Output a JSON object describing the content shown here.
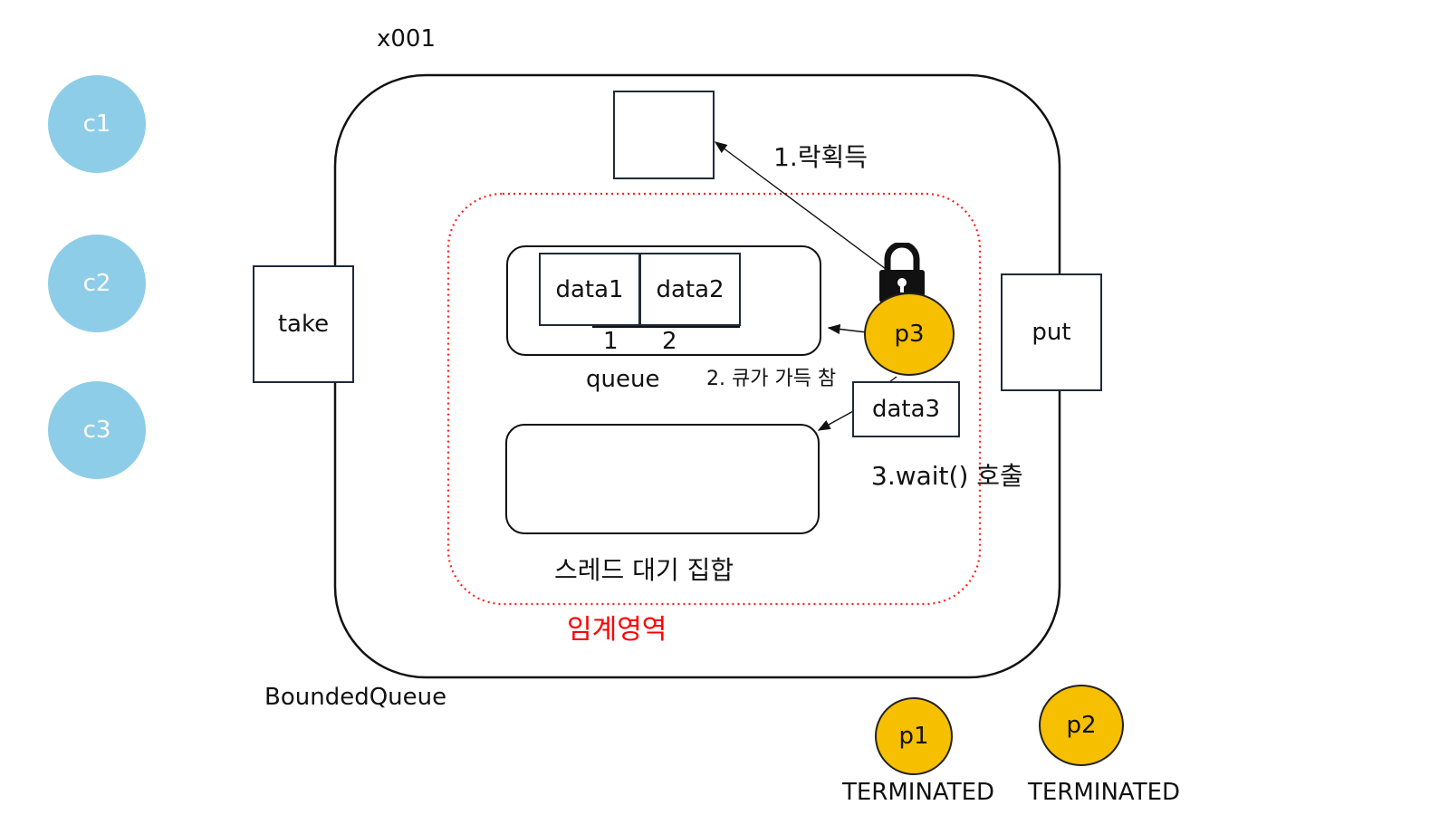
{
  "monitor": {
    "ref_label": "x001",
    "caption": "BoundedQueue"
  },
  "methods": {
    "take": "take",
    "put": "put"
  },
  "critical_section": {
    "label": "임계영역",
    "color": "#ff0000"
  },
  "queue": {
    "label": "queue",
    "slots": [
      {
        "value": "data1",
        "index": "1"
      },
      {
        "value": "data2",
        "index": "2"
      }
    ]
  },
  "wait_set": {
    "label": "스레드 대기 집합"
  },
  "steps": {
    "acquire_lock": "1.락획득",
    "queue_full": "2. 큐가 가득 참",
    "call_wait": "3.wait() 호출"
  },
  "pending_data": "data3",
  "consumers": [
    {
      "name": "c1"
    },
    {
      "name": "c2"
    },
    {
      "name": "c3"
    }
  ],
  "active_producer": {
    "name": "p3"
  },
  "terminated_producers": [
    {
      "name": "p1",
      "state": "TERMINATED"
    },
    {
      "name": "p2",
      "state": "TERMINATED"
    }
  ],
  "colors": {
    "consumer": "#8ecde8",
    "producer": "#f6bf00",
    "critical": "#ff0000"
  },
  "icons": {
    "lock": "lock-icon"
  }
}
